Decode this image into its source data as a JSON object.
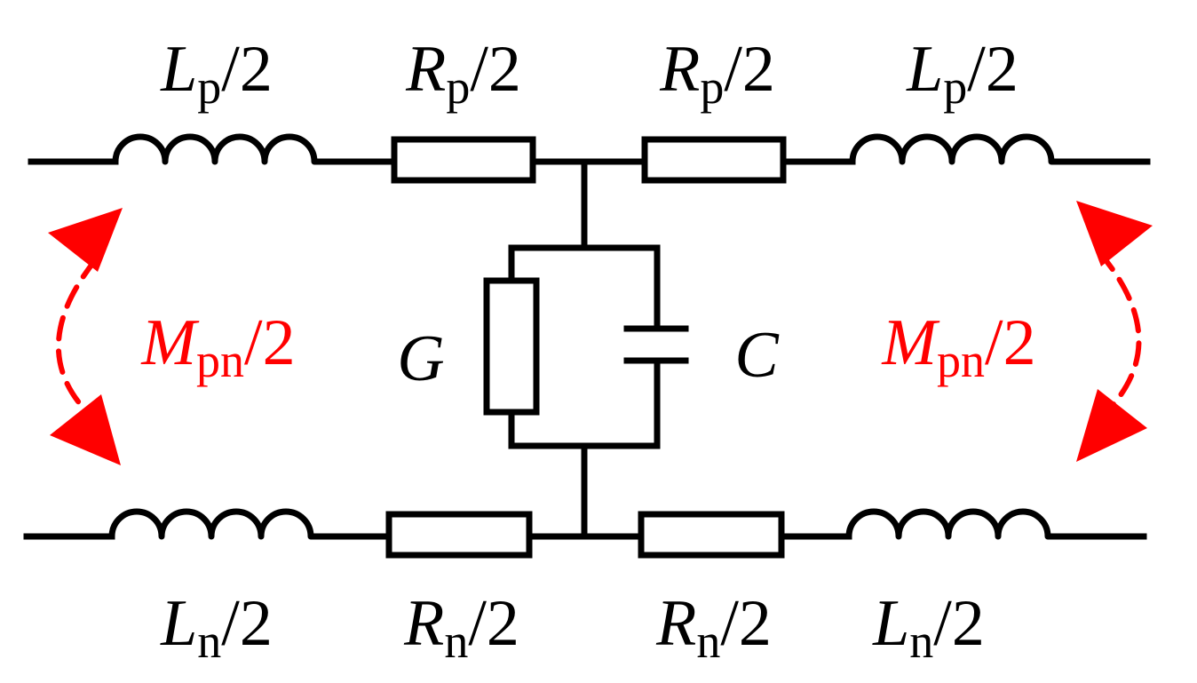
{
  "colors": {
    "wire": "#000000",
    "mutual": "#ff0000"
  },
  "labels": {
    "lp_left": {
      "sym": "L",
      "sub": "p",
      "suffix": "/2"
    },
    "rp_left": {
      "sym": "R",
      "sub": "p",
      "suffix": "/2"
    },
    "rp_right": {
      "sym": "R",
      "sub": "p",
      "suffix": "/2"
    },
    "lp_right": {
      "sym": "L",
      "sub": "p",
      "suffix": "/2"
    },
    "ln_left": {
      "sym": "L",
      "sub": "n",
      "suffix": "/2"
    },
    "rn_left": {
      "sym": "R",
      "sub": "n",
      "suffix": "/2"
    },
    "rn_right": {
      "sym": "R",
      "sub": "n",
      "suffix": "/2"
    },
    "ln_right": {
      "sym": "L",
      "sub": "n",
      "suffix": "/2"
    },
    "m_left": {
      "sym": "M",
      "sub": "pn",
      "suffix": "/2"
    },
    "m_right": {
      "sym": "M",
      "sub": "pn",
      "suffix": "/2"
    },
    "g": {
      "sym": "G"
    },
    "c": {
      "sym": "C"
    }
  }
}
